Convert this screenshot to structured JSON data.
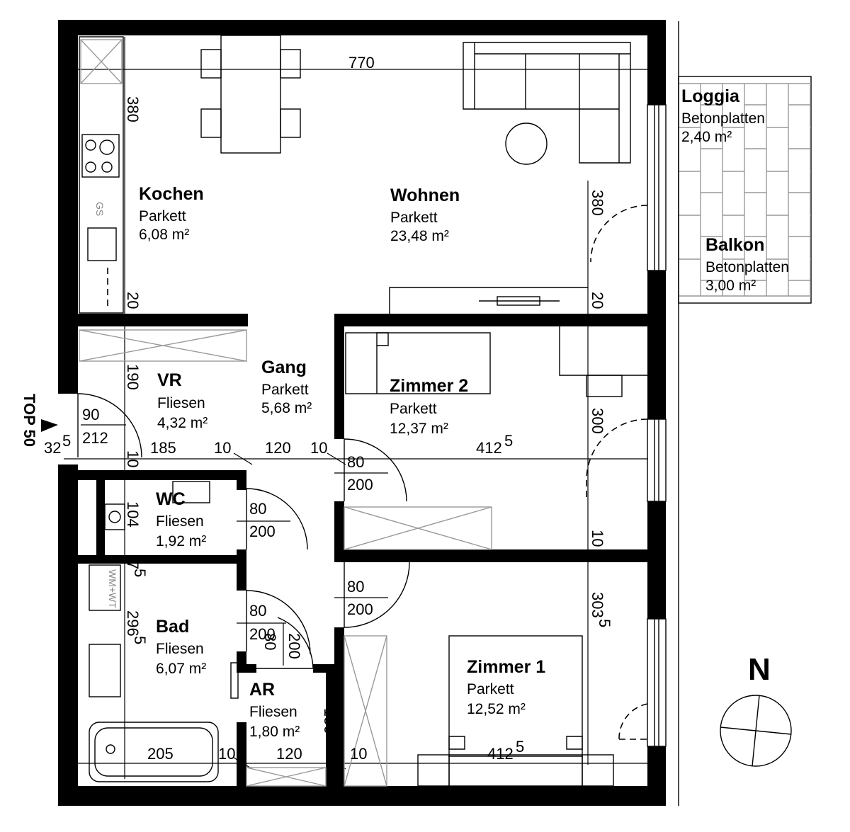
{
  "rooms": {
    "kochen": {
      "name": "Kochen",
      "floor": "Parkett",
      "area": "6,08 m²"
    },
    "wohnen": {
      "name": "Wohnen",
      "floor": "Parkett",
      "area": "23,48 m²"
    },
    "loggia": {
      "name": "Loggia",
      "floor": "Betonplatten",
      "area": "2,40 m²"
    },
    "balkon": {
      "name": "Balkon",
      "floor": "Betonplatten",
      "area": "3,00 m²"
    },
    "gang": {
      "name": "Gang",
      "floor": "Parkett",
      "area": "5,68 m²"
    },
    "vr": {
      "name": "VR",
      "floor": "Fliesen",
      "area": "4,32 m²"
    },
    "zimmer2": {
      "name": "Zimmer 2",
      "floor": "Parkett",
      "area": "12,37 m²"
    },
    "wc": {
      "name": "WC",
      "floor": "Fliesen",
      "area": "1,92 m²"
    },
    "bad": {
      "name": "Bad",
      "floor": "Fliesen",
      "area": "6,07 m²"
    },
    "ar": {
      "name": "AR",
      "floor": "Fliesen",
      "area": "1,80 m²"
    },
    "zimmer1": {
      "name": "Zimmer 1",
      "floor": "Parkett",
      "area": "12,52 m²"
    }
  },
  "dimensions": {
    "d770": "770",
    "d380_left": "380",
    "d380_right": "380",
    "d20_left": "20",
    "d20_right": "20",
    "d190": "190",
    "d185": "185",
    "d10_a": "10",
    "d120_a": "120",
    "d10_b": "10",
    "d4125_a": "412",
    "d300": "300",
    "d10_right": "10",
    "d3035": "303",
    "d104": "104",
    "d75": "7",
    "d2965": "296",
    "d205": "205",
    "d10_bath": "10",
    "d120_b": "120",
    "d10_c": "10",
    "d4125_b": "412",
    "d150": "150",
    "d10_vr": "10",
    "d325": "32",
    "sup5": "5"
  },
  "doors": {
    "entry": {
      "width": "90",
      "height": "212"
    },
    "zimmer2": {
      "width": "80",
      "height": "200"
    },
    "wc": {
      "width": "80",
      "height": "200"
    },
    "zimmer1": {
      "width": "80",
      "height": "200"
    },
    "bad": {
      "width": "80",
      "height": "200"
    },
    "ar": {
      "width": "80",
      "height": "200"
    }
  },
  "entrance_label": "TOP 50",
  "appliances": {
    "gs": "GS",
    "wmwt": "WM+WT"
  },
  "north_label": "N"
}
